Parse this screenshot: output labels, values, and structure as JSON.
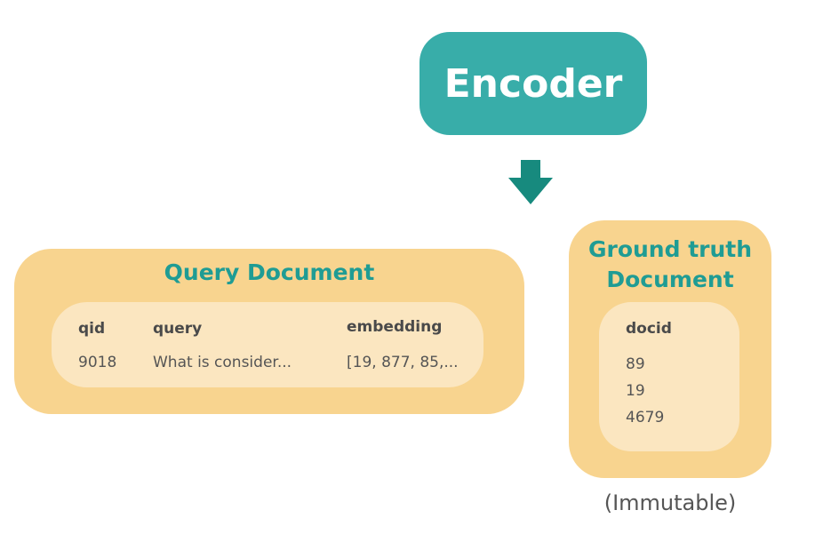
{
  "encoder": {
    "label": "Encoder"
  },
  "query_document": {
    "title": "Query Document",
    "columns": [
      "qid",
      "query",
      "embedding"
    ],
    "row": [
      "9018",
      "What is consider...",
      "[19, 877, 85,..."
    ]
  },
  "ground_truth_document": {
    "title_line1": "Ground truth",
    "title_line2": "Document",
    "column": "docid",
    "values": [
      "89",
      "19",
      "4679"
    ]
  },
  "caption": "(Immutable)",
  "colors": {
    "teal": "#38ada9",
    "title_teal": "#1f9c94",
    "arrow": "#178a7e",
    "outer_box": "#f8d48f",
    "inner_box": "#fbe6c0"
  },
  "icons": {
    "arrow": "down-arrow-icon"
  }
}
